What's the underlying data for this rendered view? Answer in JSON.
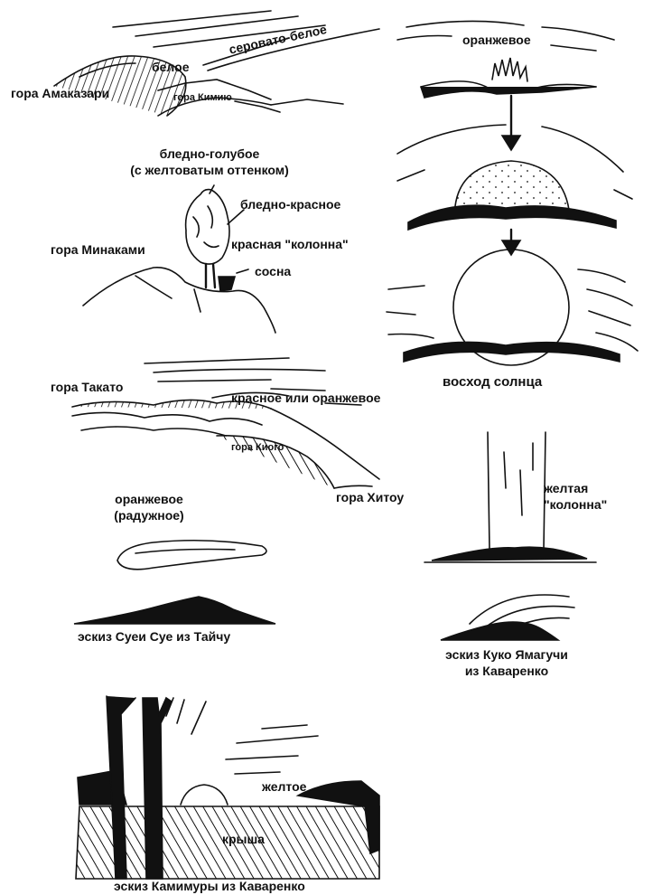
{
  "colors": {
    "ink": "#111111",
    "paper": "#ffffff"
  },
  "sketch1": {
    "mountain_left": "гора Амаказари",
    "white": "белое",
    "grayish_white": "серовато-белое",
    "mountain_small": "гора Кимию"
  },
  "sketch2": {
    "pale_blue_line1": "бледно-голубое",
    "pale_blue_line2": "(с желтоватым оттенком)",
    "pale_red": "бледно-красное",
    "mountain": "гора Минаками",
    "red_column": "красная \"колонна\"",
    "pine": "сосна"
  },
  "sketch3": {
    "mountain_left": "гора Такато",
    "red_or_orange": "красное или оранжевое",
    "mountain_middle": "гора Киого",
    "mountain_right": "гора Хитоу"
  },
  "sketch4": {
    "orange_line1": "оранжевое",
    "orange_line2": "(радужное)",
    "caption": "эскиз Суеи Суе из Тайчу"
  },
  "sunrise": {
    "orange": "оранжевое",
    "caption": "восход солнца"
  },
  "column": {
    "yellow_line1": "желтая",
    "yellow_line2": "\"колонна\""
  },
  "sketch5": {
    "caption_line1": "эскиз Куко Ямагучи",
    "caption_line2": "из Каваренко"
  },
  "sketch6": {
    "yellow": "желтое",
    "roof": "крыша",
    "caption": "эскиз Камимуры из Каваренко"
  }
}
